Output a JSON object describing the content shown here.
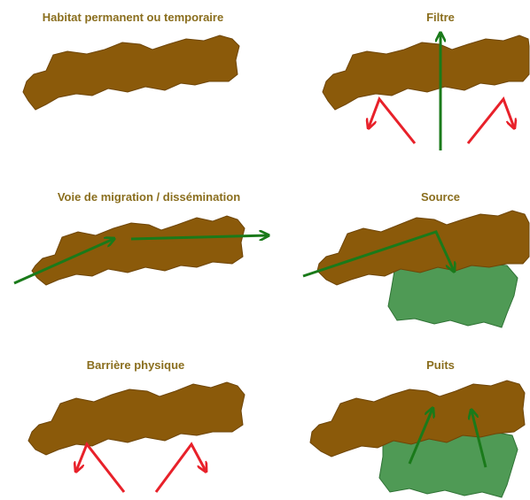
{
  "panels": {
    "habitat": {
      "title": "Habitat permanent ou temporaire"
    },
    "filtre": {
      "title": "Filtre"
    },
    "migration": {
      "title": "Voie de migration / dissémination"
    },
    "source": {
      "title": "Source"
    },
    "barriere": {
      "title": "Barrière physique"
    },
    "puits": {
      "title": "Puits"
    }
  },
  "colors": {
    "corridor": "#8b5a0a",
    "corridor_stroke": "#6e4508",
    "habitat_green": "#4f9a55",
    "habitat_green_stroke": "#2f7235",
    "arrow_green": "#1a7a1a",
    "arrow_red": "#e8212a",
    "title_text": "#8a6e1e"
  }
}
